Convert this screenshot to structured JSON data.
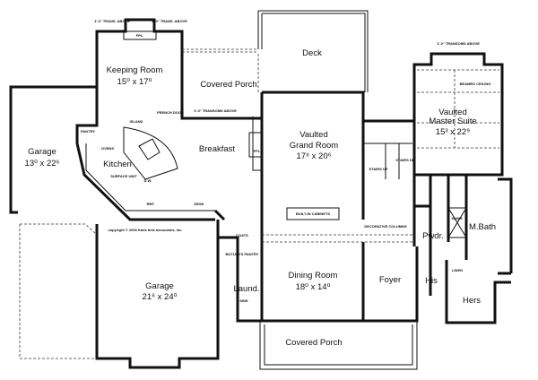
{
  "rooms": {
    "keeping_room": {
      "name": "Keeping Room",
      "size": "15⁰ x 17⁰"
    },
    "garage_small": {
      "name": "Garage",
      "size": "13⁰ x 22⁶"
    },
    "deck": {
      "name": "Deck"
    },
    "covered_porch_rear": {
      "name": "Covered Porch"
    },
    "breakfast": {
      "name": "Breakfast"
    },
    "kitchen": {
      "name": "Kitchen"
    },
    "grand_room": {
      "line1": "Vaulted",
      "line2": "Grand Room",
      "size": "17⁸ x 20⁶"
    },
    "master_suite": {
      "line1": "Vaulted",
      "line2": "Master Suite",
      "size": "15³ x 22⁹"
    },
    "garage_large": {
      "name": "Garage",
      "size": "21⁶ x 24⁰"
    },
    "dining_room": {
      "name": "Dining Room",
      "size": "18⁰ x 14⁰"
    },
    "foyer": {
      "name": "Foyer"
    },
    "covered_porch_front": {
      "name": "Covered Porch"
    },
    "master_bath": {
      "name": "M.Bath"
    },
    "powder": {
      "name": "Pwdr."
    },
    "his": {
      "name": "His"
    },
    "hers": {
      "name": "Hers"
    },
    "laundry": {
      "name": "Laund."
    }
  },
  "notes": {
    "trans_above_left": "1'-0\" TRANS. ABOVE",
    "trans_above_right": "1'-0\" TRANS. ABOVE",
    "fpl_keeping": "FPL.",
    "fpl_breakfast": "FPL.",
    "french_door": "FRENCH DOOR",
    "transoms_porch": "1'-0\" TRANSOMS ABOVE",
    "transoms_master": "1'-0\" TRANSOMS ABOVE",
    "island": "ISLAND",
    "pantry": "PANTRY",
    "ovens": "OVENS",
    "surface_unit": "SURFACE UNIT",
    "dw": "D.W.",
    "ref": "REF.",
    "desk": "DESK",
    "coats": "COATS",
    "butlers_pantry": "BUTLER'S PANTRY",
    "sink": "SINK",
    "built_in_cabinets": "BUILT-IN CABINETS",
    "decorative_columns": "DECORATIVE COLUMNS",
    "beamed_ceiling": "BEAMED CEILING",
    "stairs_up": "STAIRS UP",
    "stairs_dn": "STAIRS DN",
    "shower": "SHWR.",
    "linen": "LINEN",
    "copyright": "copyright © 2006 frank betz associates, inc."
  }
}
